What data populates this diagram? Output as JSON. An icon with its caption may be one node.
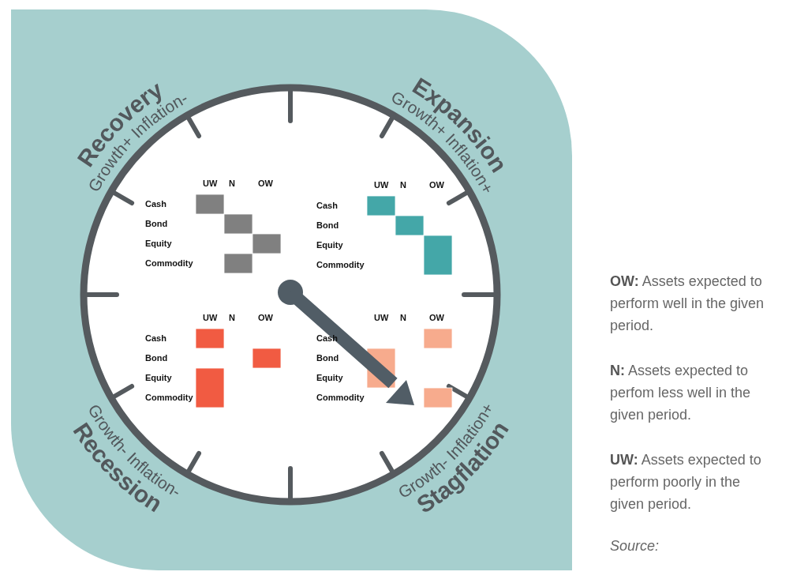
{
  "diagram": {
    "labels": [
      "Recovery",
      "Growth+ Inflation-",
      "Expansion",
      "Growth+ Inflation+",
      "UW",
      "N",
      "OW",
      "Cash",
      "Bond",
      "Equity",
      "Commodity",
      "UW",
      "N",
      "OW",
      "Cash",
      "Bond",
      "Equity",
      "Commodity",
      "UW",
      "N",
      "OW",
      "Cash",
      "Bond",
      "Equity",
      "Commodity",
      "UW",
      "N",
      "OW",
      "Cash",
      "Bond",
      "Equity",
      "Commodity",
      "Growth- Inflation-",
      "Recession",
      "Growth- Inflation+",
      "Stagflation",
      "**OW:** Assets expected to perform well in the given period.",
      "**N:** Assets expected to perfom less well in the given period.",
      "**UW:** Assets expected to perform poorly in the given period.",
      "Source:"
    ]
  }
}
